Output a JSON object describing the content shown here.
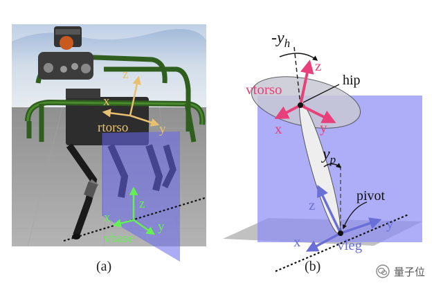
{
  "panel_a": {
    "caption": "(a)",
    "labels": {
      "z_torso": "z",
      "x_torso": "x",
      "y_torso": "y",
      "rtorso": "rtorso",
      "z_base": "z",
      "x_base": "x",
      "y_base": "y",
      "vbase": "vbase"
    }
  },
  "panel_b": {
    "caption": "(b)",
    "labels": {
      "yh": "-y",
      "yh_sub": "h",
      "z_top": "z",
      "vtorso": "vtorso",
      "hip": "hip",
      "x_top": "x",
      "y_top": "y",
      "yp": "y",
      "yp_sub": "p",
      "pivot": "pivot",
      "z_leg": "z",
      "y_leg": "y",
      "x_leg": "x",
      "vleg": "vleg"
    }
  },
  "watermark": {
    "text": "量子位"
  },
  "colors": {
    "magenta": "#e8407a",
    "blue_axis": "#6a6fd8",
    "green_axis": "#66ee55",
    "yellow_axis": "#e8c070",
    "plane": "#8a8af5"
  }
}
